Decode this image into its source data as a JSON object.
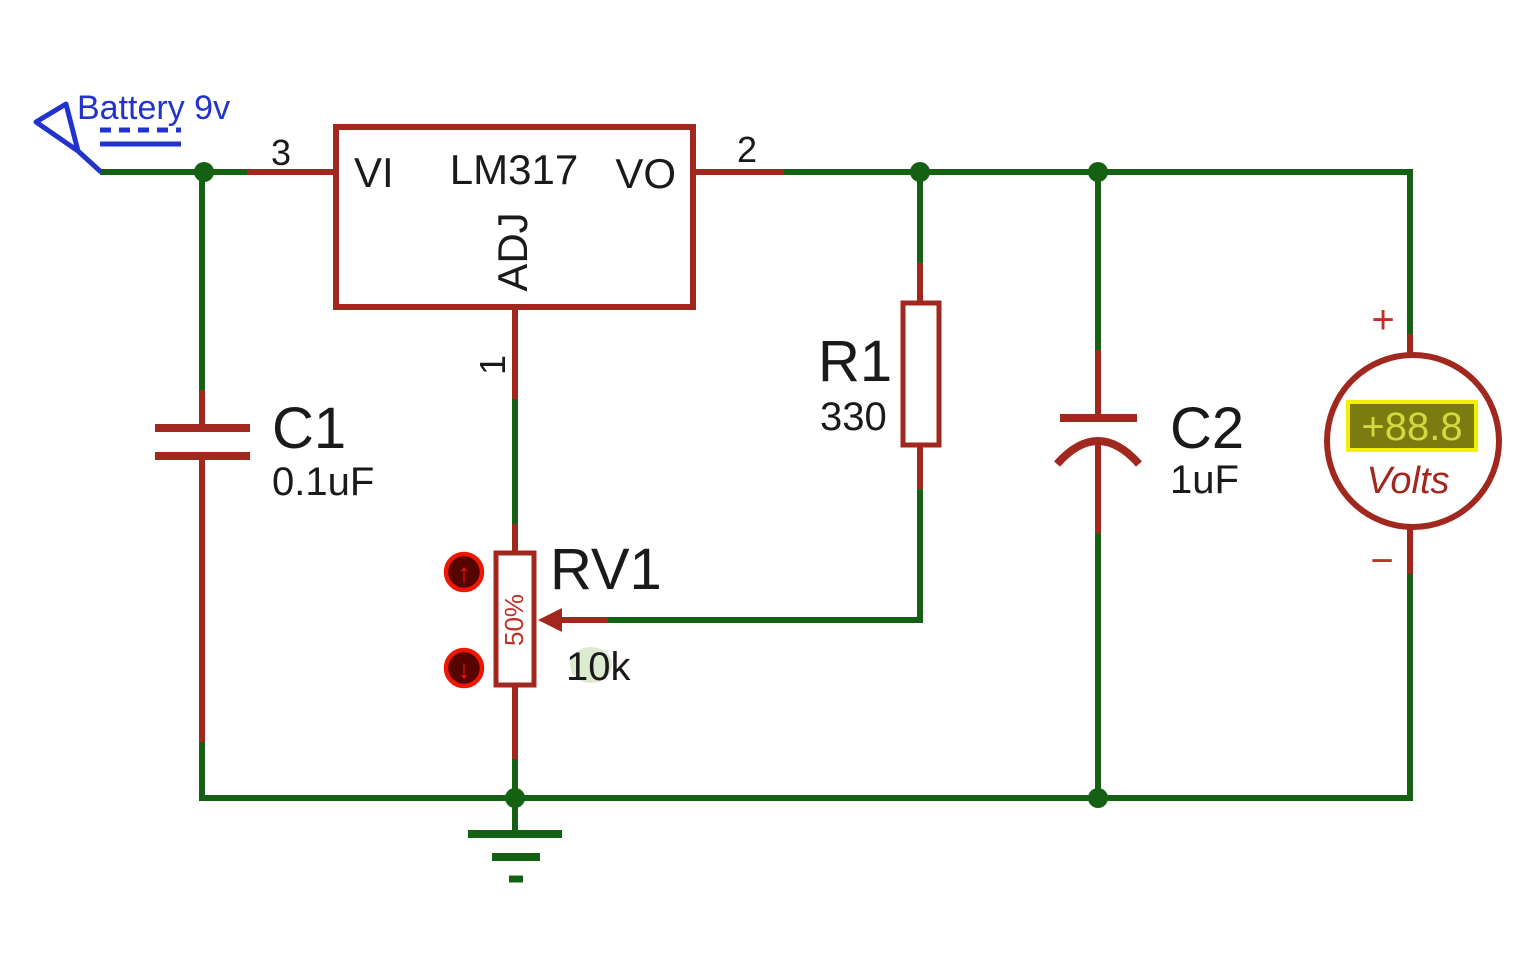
{
  "colors": {
    "wire_green": "#146114",
    "component_maroon": "#a0281e",
    "battery_blue": "#2233cc",
    "text_black": "#1a1a1a",
    "button_red": "#ee1705",
    "button_fill": "#570300",
    "display_border": "#f0f000",
    "display_bg": "#7b7b10",
    "display_text": "#d4d83e",
    "value_highlight": "#dcead0"
  },
  "battery": {
    "label": "Battery 9v"
  },
  "regulator": {
    "part": "LM317",
    "pins": {
      "input": "VI",
      "output": "VO",
      "adjust": "ADJ"
    },
    "pin_numbers": {
      "input": "3",
      "output": "2",
      "adjust": "1"
    }
  },
  "components": {
    "c1": {
      "ref": "C1",
      "value": "0.1uF"
    },
    "r1": {
      "ref": "R1",
      "value": "330"
    },
    "rv1": {
      "ref": "RV1",
      "value": "10k",
      "wiper_position": "50%"
    },
    "c2": {
      "ref": "C2",
      "value": "1uF"
    }
  },
  "voltmeter": {
    "reading": "+88.8",
    "unit": "Volts",
    "positive_terminal": "+",
    "negative_terminal": "−"
  },
  "icons": {
    "rv1_increase": "↑",
    "rv1_decrease": "↓"
  }
}
